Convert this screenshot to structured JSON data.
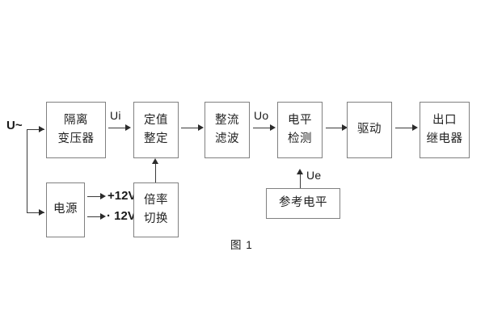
{
  "figure": {
    "caption": "图 1",
    "nodes": [
      {
        "id": "isolation-transformer",
        "lines": [
          "隔离",
          "变压器"
        ]
      },
      {
        "id": "setting-value",
        "lines": [
          "定值",
          "整定"
        ]
      },
      {
        "id": "rectify-filter",
        "lines": [
          "整流",
          "滤波"
        ]
      },
      {
        "id": "level-detect",
        "lines": [
          "电平",
          "检测"
        ]
      },
      {
        "id": "driver",
        "lines": [
          "驱动"
        ]
      },
      {
        "id": "output-relay",
        "lines": [
          "出口",
          "继电器"
        ]
      },
      {
        "id": "power-supply",
        "lines": [
          "电源"
        ]
      },
      {
        "id": "multiplier-switch",
        "lines": [
          "倍率",
          "切换"
        ]
      },
      {
        "id": "reference-level",
        "lines": [
          "参考电平"
        ]
      }
    ],
    "signals": {
      "source": "U~",
      "ui": "Ui",
      "uo": "Uo",
      "ue": "Ue",
      "rail_pos": "+12V",
      "rail_neg": "· 12V"
    },
    "colors": {
      "background": "#ffffff",
      "box_border": "#808080",
      "wire": "#3a3a3a",
      "text": "#1a1a1a"
    }
  }
}
